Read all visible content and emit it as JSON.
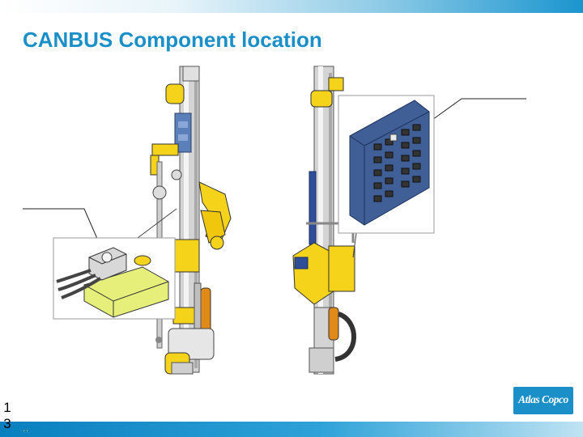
{
  "slide": {
    "title": "CANBUS Component location",
    "slide_number": "13",
    "footer_dots": "..",
    "logo_text": "Atlas Copco"
  },
  "colors": {
    "title_blue": "#1a8fc8",
    "accent_yellow": "#f5d31a",
    "module_blue": "#5b7fb8",
    "frame_gray": "#c8c8c8",
    "bar_blue": "#1b95cf"
  },
  "illustrations": [
    {
      "name": "rock-drill-rig-left",
      "callout": "canbus-module-detail"
    },
    {
      "name": "rock-drill-rig-right",
      "callout": "canbus-panel-detail"
    }
  ]
}
